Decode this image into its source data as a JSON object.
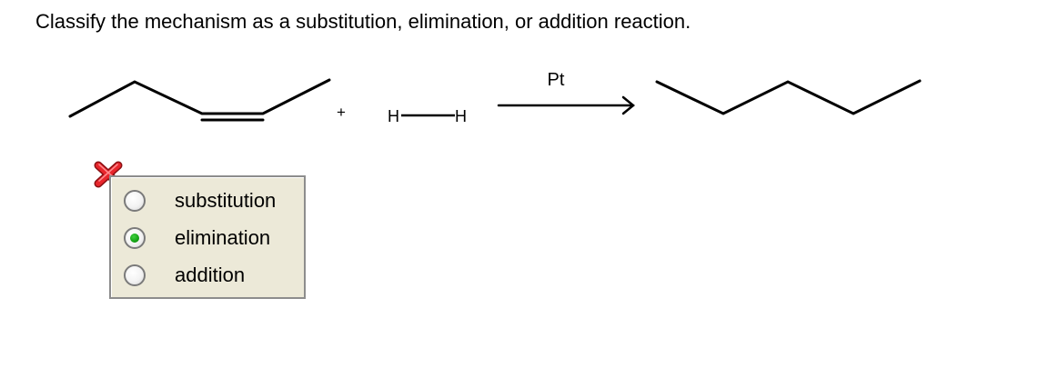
{
  "question": {
    "text": "Classify the mechanism as a substitution, elimination, or addition reaction."
  },
  "reaction": {
    "plus_sign": "+",
    "reagent_left_atom": "H",
    "reagent_right_atom": "H",
    "catalyst": "Pt"
  },
  "answer": {
    "status_icon": "wrong-x-icon",
    "status_color": "#e8262c",
    "selected_color": "#0e9a0e",
    "options": [
      {
        "label": "substitution",
        "selected": false
      },
      {
        "label": "elimination",
        "selected": true
      },
      {
        "label": "addition",
        "selected": false
      }
    ]
  }
}
